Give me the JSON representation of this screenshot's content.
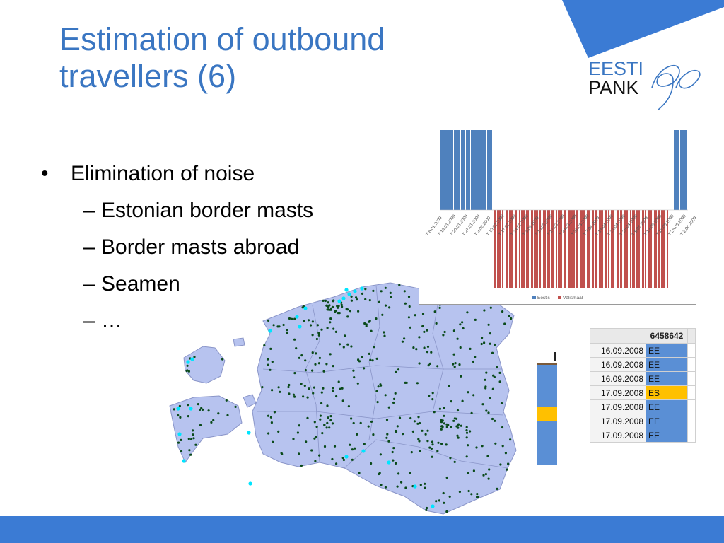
{
  "slide": {
    "title_lines": [
      "Estimation of outbound",
      "travellers (6)"
    ],
    "logo": {
      "line1": "EESTI",
      "line2": "PANK"
    },
    "bullets": {
      "main": "Elimination of noise",
      "subs": [
        "– Estonian border masts",
        "– Border masts abroad",
        "– Seamen",
        "– …"
      ]
    },
    "colors": {
      "accent": "#3a76c2",
      "footer": "#3b7bd4",
      "map_fill": "#b7c3ef",
      "mast_dot": "#0a4a1a",
      "border_mast": "#00e5ff"
    }
  },
  "chart_data": {
    "type": "bar",
    "categories": [
      "T 6.01.2009",
      "T 13.01.2009",
      "T 20.01.2009",
      "T 27.01.2009",
      "T 3.02.2009",
      "T 10.02.2009",
      "T 17.02.2009",
      "T 24.02.2009",
      "T 3.03.2009",
      "T 10.03.2009",
      "T 17.03.2009",
      "T 24.03.2009",
      "T 31.03.2009",
      "T 7.04.2009",
      "T 14.04.2009",
      "T 21.04.2009",
      "T 28.04.2009",
      "T 5.05.2009",
      "T 12.05.2009",
      "T 19.05.2009",
      "T 26.05.2009",
      "T 2.06.2009"
    ],
    "series": [
      {
        "name": "Eestis",
        "color": "#4f81bd"
      },
      {
        "name": "Välismaal",
        "color": "#c0504d"
      }
    ],
    "legend_position": "bottom-center",
    "grid": false
  },
  "table": {
    "header": "6458642",
    "rows": [
      {
        "date": "16.09.2008",
        "code": "EE",
        "highlight": false
      },
      {
        "date": "16.09.2008",
        "code": "EE",
        "highlight": false
      },
      {
        "date": "16.09.2008",
        "code": "EE",
        "highlight": false
      },
      {
        "date": "17.09.2008",
        "code": "ES",
        "highlight": true
      },
      {
        "date": "17.09.2008",
        "code": "EE",
        "highlight": false
      },
      {
        "date": "17.09.2008",
        "code": "EE",
        "highlight": false
      },
      {
        "date": "17.09.2008",
        "code": "EE",
        "highlight": false
      }
    ]
  }
}
